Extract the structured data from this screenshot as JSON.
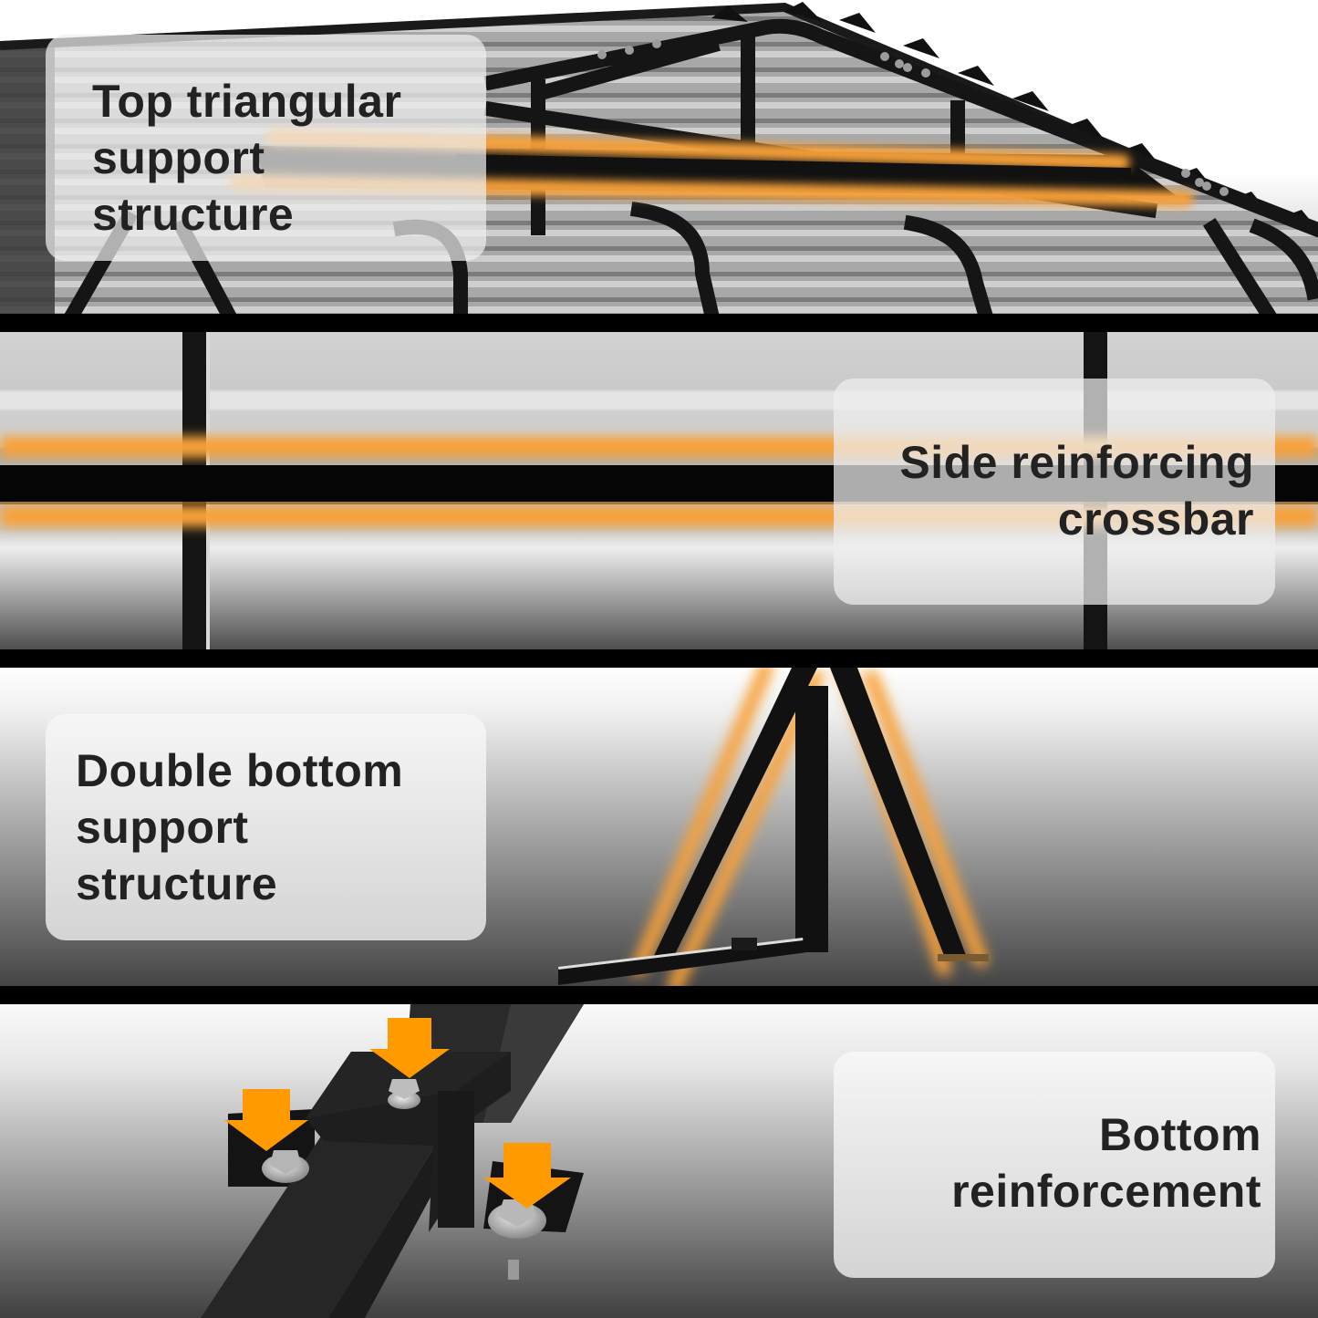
{
  "colors": {
    "accent_orange": "#F7A13A",
    "arrow_orange": "#FF9A00",
    "frame_black": "#111111",
    "separator": "#000000",
    "label_text": "#222222"
  },
  "panels": [
    {
      "id": "top-triangular",
      "label": "Top triangular\nsupport\nstructure",
      "label_align": "left",
      "illustration": "carport-roof-truss-with-highlighted-purlins"
    },
    {
      "id": "side-crossbar",
      "label": "Side reinforcing\ncrossbar",
      "label_align": "right",
      "illustration": "side-wall-with-highlighted-horizontal-crossbar"
    },
    {
      "id": "double-bottom",
      "label": "Double bottom\nsupport\nstructure",
      "label_align": "left",
      "illustration": "leg-base-with-highlighted-diagonal-braces"
    },
    {
      "id": "bottom-reinforcement",
      "label": "Bottom\nreinforcement",
      "label_align": "right",
      "illustration": "base-bracket-with-three-bolts-and-arrows",
      "arrow_count": 3
    }
  ]
}
